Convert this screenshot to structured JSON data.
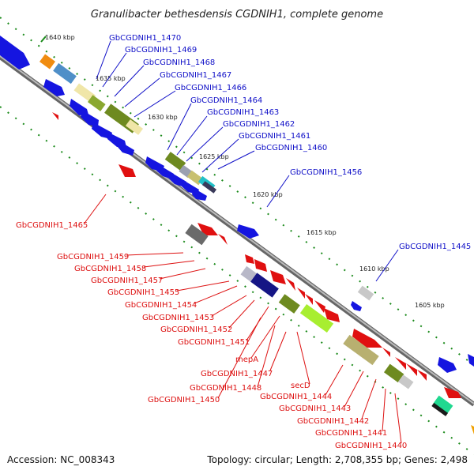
{
  "title": "Granulibacter bethesdensis CGDNIH1, complete genome",
  "footer": {
    "accession": "Accession: NC_008343",
    "info": "Topology: circular; Length: 2,708,355 bp; Genes: 2,498"
  },
  "colors": {
    "forward_label": "#1010c8",
    "reverse_label": "#dd1111",
    "backbone": "#888888",
    "tick": "#1a8a1a"
  },
  "kbp_ticks": [
    "1640 kbp",
    "1635 kbp",
    "1630 kbp",
    "1625 kbp",
    "1620 kbp",
    "1615 kbp",
    "1610 kbp",
    "1605 kbp"
  ],
  "forward_genes": [
    "GbCGDNIH1_1470",
    "GbCGDNIH1_1469",
    "GbCGDNIH1_1468",
    "GbCGDNIH1_1467",
    "GbCGDNIH1_1466",
    "GbCGDNIH1_1464",
    "GbCGDNIH1_1463",
    "GbCGDNIH1_1462",
    "GbCGDNIH1_1461",
    "GbCGDNIH1_1460",
    "GbCGDNIH1_1456",
    "GbCGDNIH1_1445"
  ],
  "reverse_genes": [
    "GbCGDNIH1_1465",
    "GbCGDNIH1_1459",
    "GbCGDNIH1_1458",
    "GbCGDNIH1_1457",
    "GbCGDNIH1_1455",
    "GbCGDNIH1_1454",
    "GbCGDNIH1_1453",
    "GbCGDNIH1_1452",
    "GbCGDNIH1_1451",
    "mepA",
    "GbCGDNIH1_1447",
    "GbCGDNIH1_1448",
    "GbCGDNIH1_1450",
    "secD",
    "GbCGDNIH1_1444",
    "GbCGDNIH1_1443",
    "GbCGDNIH1_1442",
    "GbCGDNIH1_1441",
    "GbCGDNIH1_1440"
  ]
}
